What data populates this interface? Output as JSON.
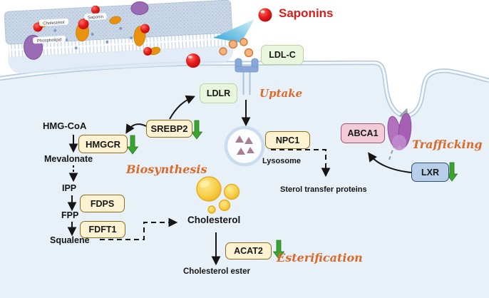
{
  "figure": {
    "legend_label": "Saponins"
  },
  "inset_labels": {
    "cholesterol": "Cholesterol",
    "saponin": "Saponin",
    "phospholipid": "Phospholipid"
  },
  "boxes": {
    "ldl_c": "LDL-C",
    "ldlr": "LDLR",
    "srebp2": "SREBP2",
    "hmgcr": "HMGCR",
    "fdps": "FDPS",
    "fdft1": "FDFT1",
    "npc1": "NPC1",
    "acat2": "ACAT2",
    "abca1": "ABCA1",
    "lxr": "LXR"
  },
  "metabolites": {
    "hmg_coa": "HMG-CoA",
    "mevalonate": "Mevalonate",
    "ipp": "IPP",
    "fpp": "FPP",
    "squalene": "Squalene",
    "cholesterol": "Cholesterol",
    "cholesterol_ester": "Cholesterol ester"
  },
  "organelles": {
    "lysosome": "Lysosome"
  },
  "other_labels": {
    "sterol_transfer_proteins": "Sterol transfer proteins"
  },
  "processes": {
    "uptake": "Uptake",
    "biosynthesis": "Biosynthesis",
    "trafficking": "Trafficking",
    "esterification": "Esterification"
  },
  "colors": {
    "cell_fill": "#e9f1f8",
    "membrane": "#b6cce0",
    "enzyme_box_fill": "#fdf3d3",
    "enzyme_box_border": "#8f6d1d",
    "green_box_fill": "#eaf5de",
    "pink_box_fill": "#f2cbd9",
    "blue_box_fill": "#b9cfe9",
    "down_arrow_green": "#3da32f",
    "process_label": "#d96a2a",
    "saponin_red": "#dd1b1b",
    "droplet_yellow": "#f6c83d",
    "lysosome_ring": "#c9ddee",
    "transporter_purple": "#a966b8"
  }
}
